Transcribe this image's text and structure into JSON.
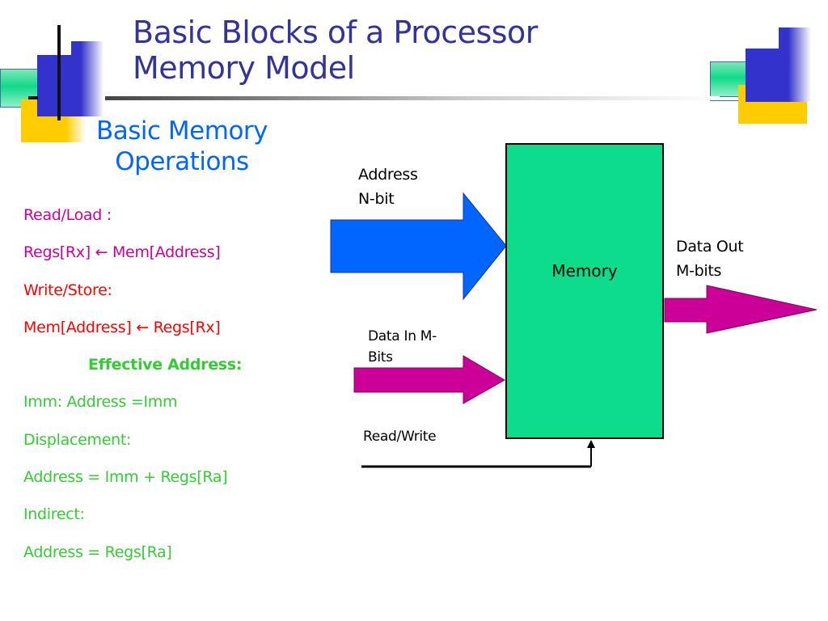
{
  "slide": {
    "title_lines": [
      "Basic Blocks of a Processor",
      "Memory Model"
    ],
    "subtitle_lines": [
      "Basic Memory",
      "Operations"
    ]
  },
  "bullets": [
    {
      "text": "Read/Load :",
      "color": "#cc0099"
    },
    {
      "text": "Regs[Rx] ← Mem[Address]",
      "color": "#cc0099"
    },
    {
      "text": "Write/Store:",
      "color": "#ff0000"
    },
    {
      "text": "Mem[Address] ← Regs[Rx]",
      "color": "#ff0000"
    },
    {
      "text": "Effective Address:",
      "color": "#33cc33",
      "bold": true
    },
    {
      "text": "Imm: Address =Imm",
      "color": "#33cc33"
    },
    {
      "text": "Displacement:",
      "color": "#33cc33"
    },
    {
      "text": "Address = Imm + Regs[Ra]",
      "color": "#33cc33"
    },
    {
      "text": "Indirect:",
      "color": "#33cc33"
    },
    {
      "text": "Address = Regs[Ra]",
      "color": "#33cc33"
    }
  ],
  "diagram": {
    "memory_label": "Memory",
    "address_label_lines": [
      "Address",
      "N-bit"
    ],
    "data_in_label_lines": [
      "Data In M-",
      "Bits"
    ],
    "data_out_label_lines": [
      "Data Out",
      "M-bits"
    ],
    "read_write_label": "Read/Write",
    "colors": {
      "memory_fill": "#0ddc8c",
      "address_arrow": "#0066ff",
      "data_arrows": "#cc0099"
    }
  }
}
